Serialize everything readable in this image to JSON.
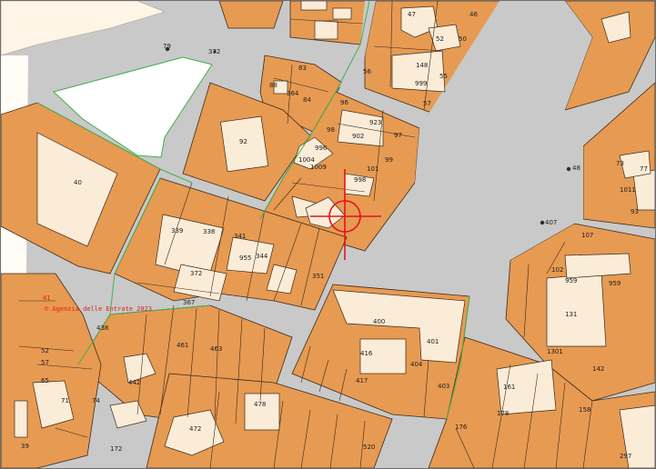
{
  "map": {
    "copyright": "© Agenzia delle Entrate 2023",
    "sheet_number": "41",
    "colors": {
      "parcel": "#e79a52",
      "building": "#fbecd8",
      "street": "#c9c9c9",
      "outline": "#3a2a1a",
      "boundary": "#45b04a",
      "crosshair": "#e3141c"
    },
    "parcels": [
      {
        "id": "p1",
        "label": "47"
      },
      {
        "id": "p2",
        "label": "46"
      },
      {
        "id": "p3",
        "label": "52"
      },
      {
        "id": "p4",
        "label": "50"
      },
      {
        "id": "p5",
        "label": "148"
      },
      {
        "id": "p6",
        "label": "55"
      },
      {
        "id": "p7",
        "label": "999"
      },
      {
        "id": "p8",
        "label": "56"
      },
      {
        "id": "p9",
        "label": "57"
      },
      {
        "id": "p10",
        "label": "83"
      },
      {
        "id": "p11",
        "label": "88"
      },
      {
        "id": "p12",
        "label": "364"
      },
      {
        "id": "p13",
        "label": "84"
      },
      {
        "id": "p14",
        "label": "92"
      },
      {
        "id": "p15",
        "label": "96"
      },
      {
        "id": "p16",
        "label": "923"
      },
      {
        "id": "p17",
        "label": "98"
      },
      {
        "id": "p18",
        "label": "902"
      },
      {
        "id": "p19",
        "label": "97"
      },
      {
        "id": "p20",
        "label": "996"
      },
      {
        "id": "p21",
        "label": "99"
      },
      {
        "id": "p22",
        "label": "1004"
      },
      {
        "id": "p23",
        "label": "1009"
      },
      {
        "id": "p24",
        "label": "101"
      },
      {
        "id": "p25",
        "label": "998"
      },
      {
        "id": "p26",
        "label": "40"
      },
      {
        "id": "p27",
        "label": "339"
      },
      {
        "id": "p28",
        "label": "338"
      },
      {
        "id": "p29",
        "label": "341"
      },
      {
        "id": "p30",
        "label": "955"
      },
      {
        "id": "p31",
        "label": "344"
      },
      {
        "id": "p32",
        "label": "372"
      },
      {
        "id": "p33",
        "label": "351"
      },
      {
        "id": "p34",
        "label": "367"
      },
      {
        "id": "p35",
        "label": "400"
      },
      {
        "id": "p36",
        "label": "416"
      },
      {
        "id": "p37",
        "label": "401"
      },
      {
        "id": "p38",
        "label": "404"
      },
      {
        "id": "p39",
        "label": "417"
      },
      {
        "id": "p40",
        "label": "403"
      },
      {
        "id": "p41",
        "label": "461"
      },
      {
        "id": "p42",
        "label": "463"
      },
      {
        "id": "p43",
        "label": "442"
      },
      {
        "id": "p44",
        "label": "478"
      },
      {
        "id": "p45",
        "label": "472"
      },
      {
        "id": "p46",
        "label": "71"
      },
      {
        "id": "p47",
        "label": "74"
      },
      {
        "id": "p48",
        "label": "52"
      },
      {
        "id": "p49",
        "label": "57"
      },
      {
        "id": "p50",
        "label": "65"
      },
      {
        "id": "p51",
        "label": "438"
      },
      {
        "id": "p52",
        "label": "39"
      },
      {
        "id": "p53",
        "label": "73"
      },
      {
        "id": "p54",
        "label": "77"
      },
      {
        "id": "p55",
        "label": "1011"
      },
      {
        "id": "p56",
        "label": "93"
      },
      {
        "id": "p57",
        "label": "107"
      },
      {
        "id": "p58",
        "label": "102"
      },
      {
        "id": "p59",
        "label": "959"
      },
      {
        "id": "p60",
        "label": "959"
      },
      {
        "id": "p61",
        "label": "131"
      },
      {
        "id": "p62",
        "label": "1301"
      },
      {
        "id": "p63",
        "label": "142"
      },
      {
        "id": "p64",
        "label": "161"
      },
      {
        "id": "p65",
        "label": "178"
      },
      {
        "id": "p66",
        "label": "176"
      },
      {
        "id": "p67",
        "label": "158"
      },
      {
        "id": "p68",
        "label": "297"
      },
      {
        "id": "p69",
        "label": "172"
      },
      {
        "id": "p70",
        "label": "520"
      }
    ],
    "point_labels": [
      {
        "id": "q1",
        "label": "79"
      },
      {
        "id": "q2",
        "label": "372"
      },
      {
        "id": "q3",
        "label": "48"
      },
      {
        "id": "q4",
        "label": "407"
      }
    ]
  }
}
